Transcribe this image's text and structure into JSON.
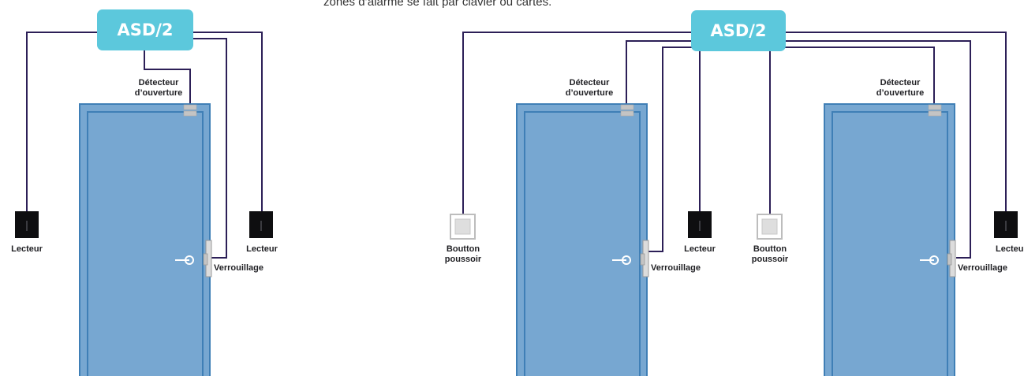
{
  "caption": "zones d’alarme se fait par clavier ou cartes.",
  "colors": {
    "wire": "#2c1f57",
    "controller": "#5cc8dc",
    "door_fill": "#77a7d1",
    "door_border": "#3f7fb6",
    "sensor": "#c4c4c4",
    "reader": "#0e0e10",
    "button_fill": "#dedede",
    "button_border": "#bdbdbd",
    "text": "#1e1e22"
  },
  "left_diagram": {
    "controller_label": "ASD/2",
    "sensor_label_line1": "Détecteur",
    "sensor_label_line2": "d’ouverture",
    "reader_left_label": "Lecteur",
    "reader_right_label": "Lecteur",
    "lock_label": "Verrouillage"
  },
  "right_diagram": {
    "controller_label": "ASD/2",
    "door1": {
      "sensor_label_line1": "Détecteur",
      "sensor_label_line2": "d’ouverture",
      "button_label_line1": "Boutton",
      "button_label_line2": "poussoir",
      "reader_label": "Lecteur",
      "lock_label": "Verrouillage"
    },
    "door2": {
      "sensor_label_line1": "Détecteur",
      "sensor_label_line2": "d’ouverture",
      "button_label_line1": "Boutton",
      "button_label_line2": "poussoir",
      "reader_label": "Lecteur",
      "lock_label": "Verrouillage"
    }
  }
}
